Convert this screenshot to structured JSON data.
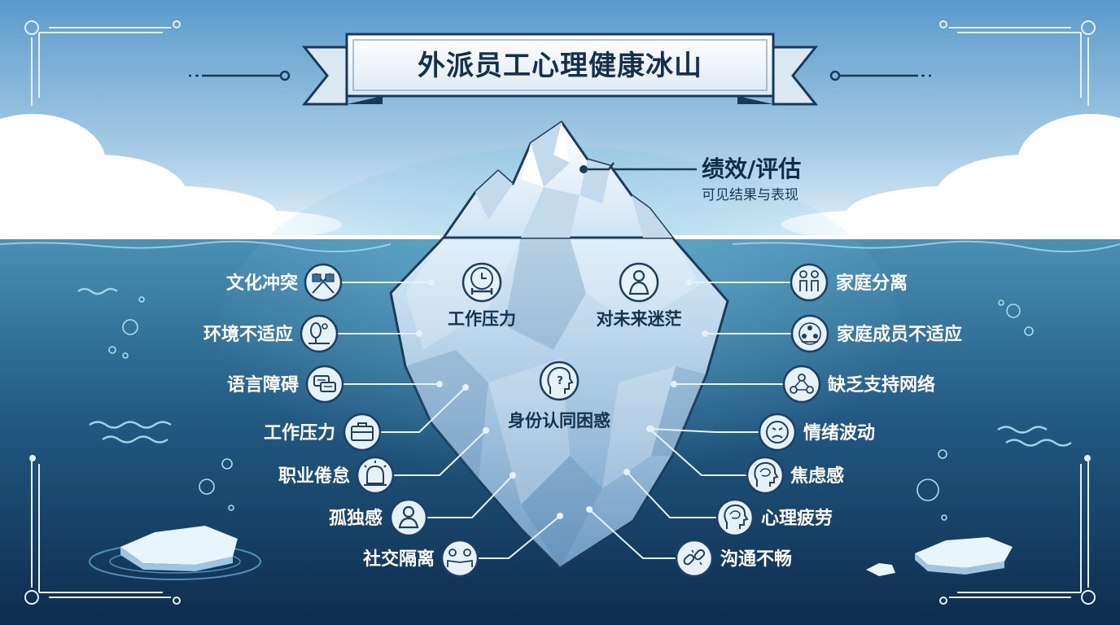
{
  "title": "外派员工心理健康冰山",
  "tip": {
    "title": "绩效/评估",
    "subtitle": "可见结果与表现"
  },
  "inner_labels": [
    "工作压力",
    "对未来迷茫",
    "身份认同困惑"
  ],
  "left_labels": [
    "文化冲突",
    "环境不适应",
    "语言障碍",
    "工作压力",
    "职业倦怠",
    "孤独感",
    "社交隔离"
  ],
  "right_labels": [
    "家庭分离",
    "家庭成员不适应",
    "缺乏支持网络",
    "情绪波动",
    "焦虑感",
    "心理疲劳",
    "沟通不畅"
  ],
  "icons": {
    "inner": [
      "clock-dumbbell-icon",
      "person-icon",
      "question-head-icon"
    ],
    "left": [
      "crossed-flags-icon",
      "tree-sun-icon",
      "speech-bubbles-icon",
      "briefcase-icon",
      "alarm-siren-icon",
      "person-icon",
      "people-hands-icon"
    ],
    "right": [
      "family-icon",
      "family-circle-icon",
      "network-icon",
      "sad-face-icon",
      "brain-head-icon",
      "brain-head-icon",
      "broken-link-icon"
    ]
  },
  "colors": {
    "sky_top": "#5d9ccc",
    "sky_bottom": "#d9ebf6",
    "water_top": "#3f86ab",
    "water_bottom": "#0e2f52",
    "ice_light": "#f4faff",
    "ice_dark": "#7aa6cc",
    "ice_outline": "#1c3c5c",
    "icon_fill": "#e6f1fa",
    "icon_stroke": "#1d3f63",
    "accent": "#ffffff"
  }
}
